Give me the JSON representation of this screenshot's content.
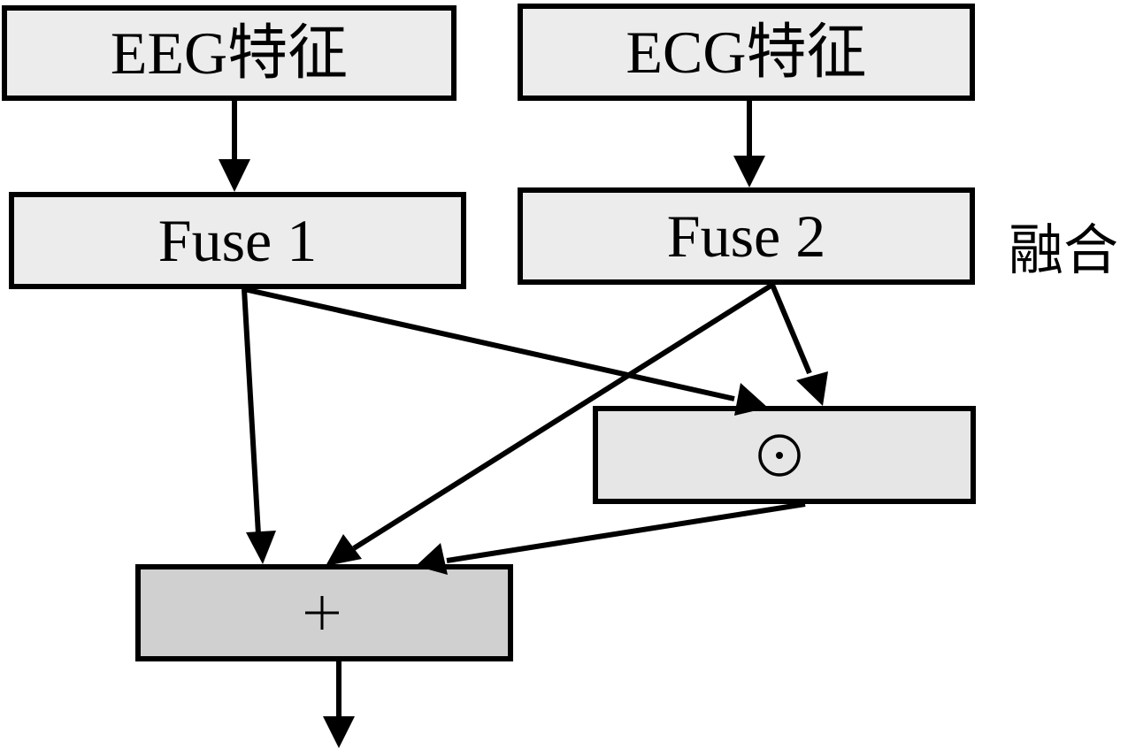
{
  "nodes": {
    "eeg": {
      "label": "EEG特征"
    },
    "ecg": {
      "label": "ECG特征"
    },
    "fuse1": {
      "label": "Fuse 1"
    },
    "fuse2": {
      "label": "Fuse 2"
    },
    "hadamard": {
      "label": "⊙",
      "operation": "element-wise product"
    },
    "sum": {
      "label": "+",
      "operation": "addition"
    }
  },
  "annotations": {
    "fusion_label": "融合"
  },
  "edges": [
    {
      "from": "eeg",
      "to": "fuse1"
    },
    {
      "from": "ecg",
      "to": "fuse2"
    },
    {
      "from": "fuse1",
      "to": "sum"
    },
    {
      "from": "fuse1",
      "to": "hadamard"
    },
    {
      "from": "fuse2",
      "to": "hadamard"
    },
    {
      "from": "fuse2",
      "to": "sum"
    },
    {
      "from": "hadamard",
      "to": "sum"
    },
    {
      "from": "sum",
      "to": "output"
    }
  ]
}
